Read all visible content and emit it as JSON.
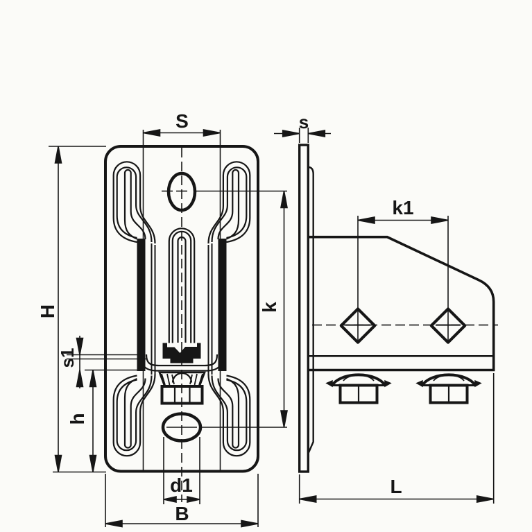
{
  "colors": {
    "line": "#161616",
    "background": "#fbfbf8"
  },
  "labels": {
    "S": "S",
    "s": "s",
    "H": "H",
    "k": "k",
    "k1": "k1",
    "s1": "s1",
    "h": "h",
    "d1": "d1",
    "B": "B",
    "L": "L"
  }
}
